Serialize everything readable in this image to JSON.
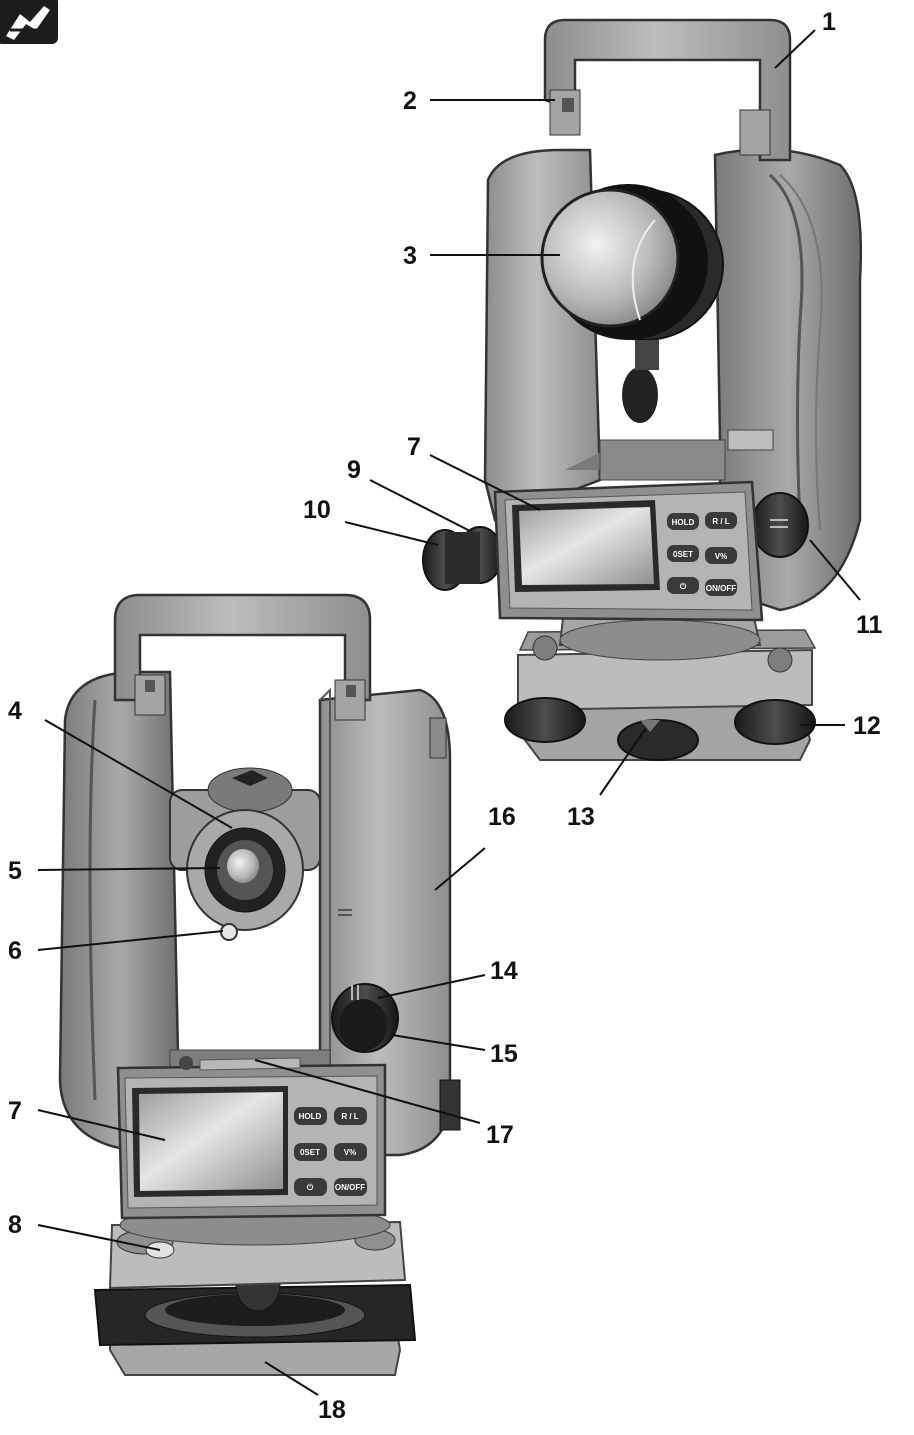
{
  "figure": {
    "top_unit": {
      "callouts": [
        "1",
        "2",
        "3",
        "7",
        "9",
        "10",
        "11",
        "12",
        "13"
      ],
      "buttons": [
        "HOLD",
        "R / L",
        "0SET",
        "V%",
        "⏻",
        "ON/OFF"
      ]
    },
    "bottom_unit": {
      "callouts": [
        "4",
        "5",
        "6",
        "7",
        "8",
        "14",
        "15",
        "16",
        "17",
        "18"
      ],
      "buttons": [
        "HOLD",
        "R / L",
        "0SET",
        "V%",
        "⏻",
        "ON/OFF"
      ]
    }
  },
  "colors": {
    "body_light": "#b5b5b5",
    "body_mid": "#9a9a9a",
    "body_dark": "#6a6a6a",
    "black_part": "#2a2a2a",
    "keypad_button": "#3a3a3a",
    "display_screen": "#c7c7c7"
  },
  "icons": {
    "corner_badge": "hand-pen-icon"
  }
}
